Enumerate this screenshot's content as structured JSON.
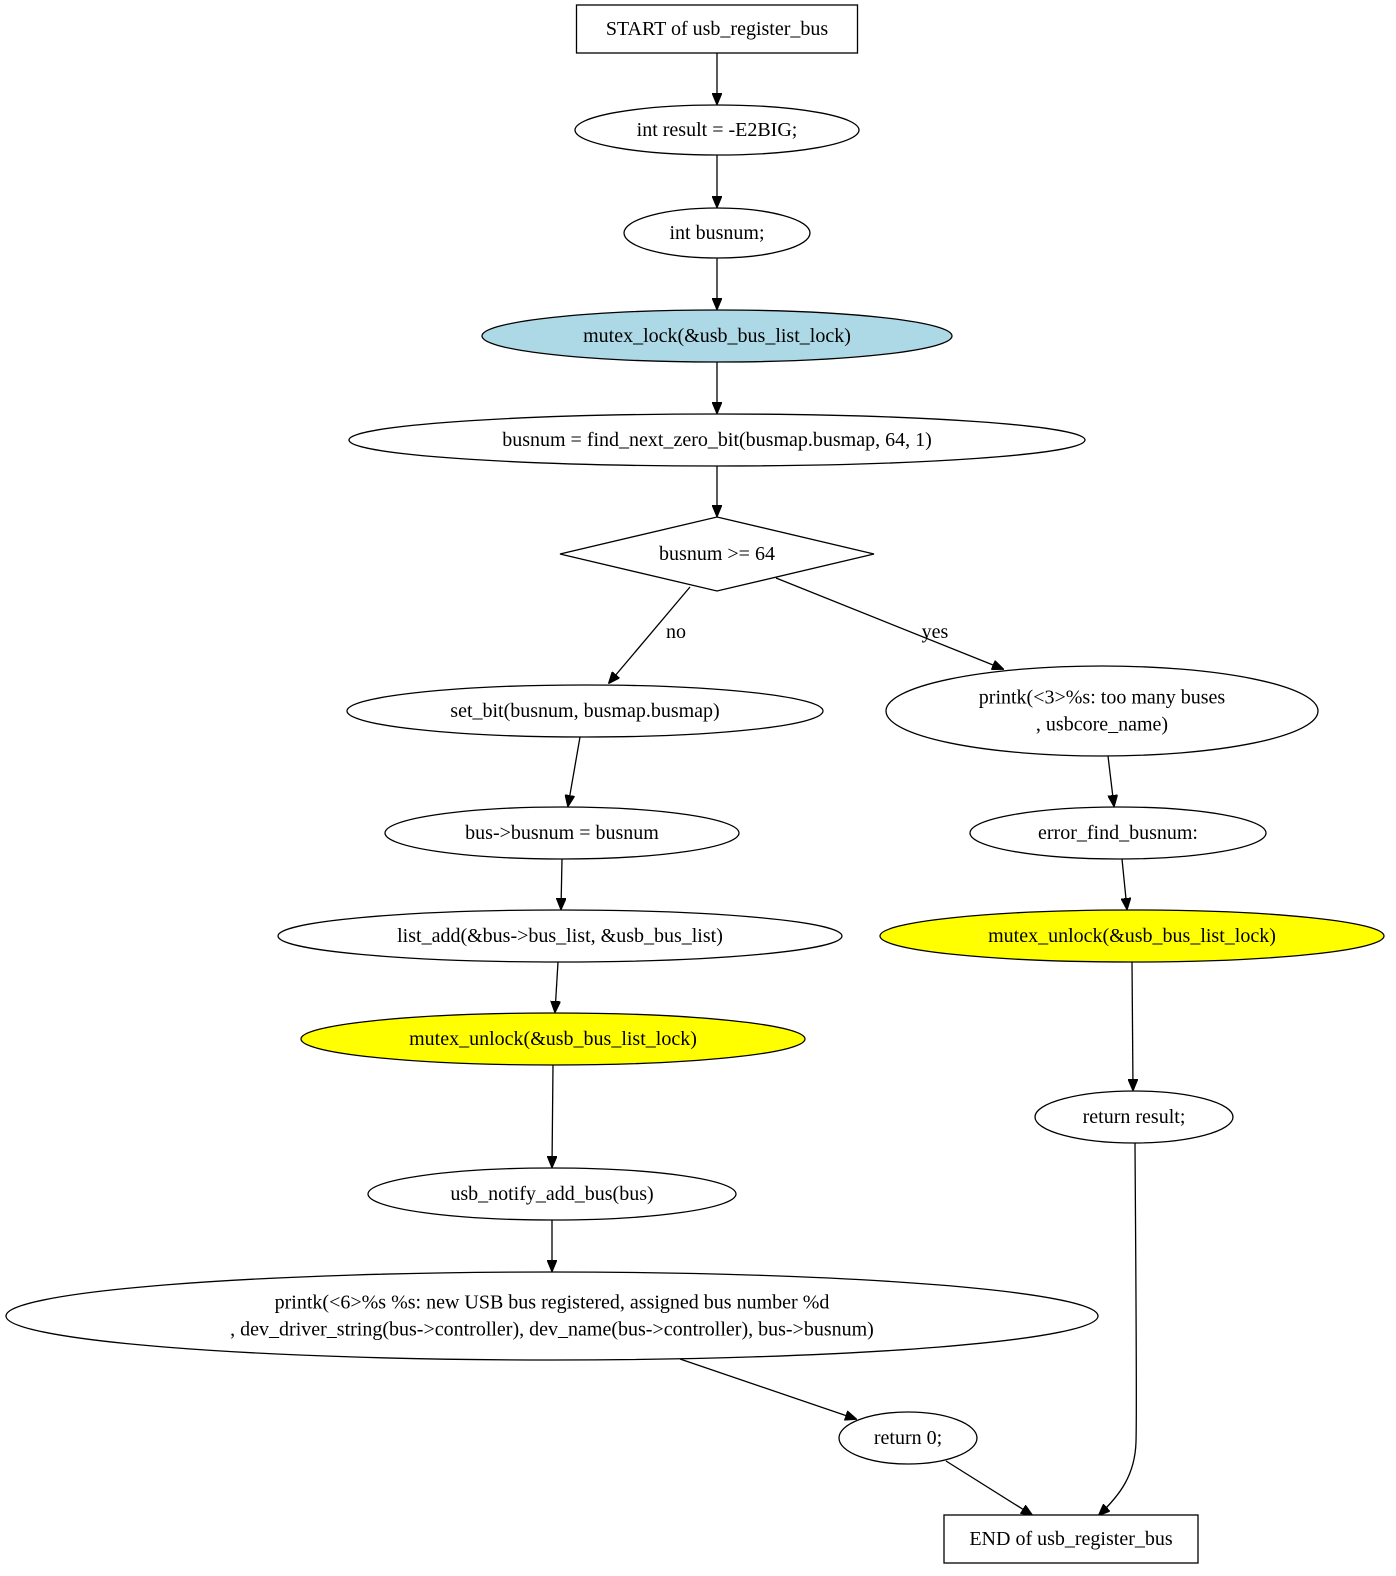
{
  "colors": {
    "background": "#ffffff",
    "default_fill": "#ffffff",
    "lock_fill": "#add8e6",
    "unlock_fill": "#ffff00",
    "stroke": "#000000"
  },
  "nodes": {
    "start": {
      "lines": [
        "START of usb_register_bus"
      ],
      "fill": "#ffffff"
    },
    "result_decl": {
      "lines": [
        "int result = -E2BIG;"
      ],
      "fill": "#ffffff"
    },
    "busnum_decl": {
      "lines": [
        "int busnum;"
      ],
      "fill": "#ffffff"
    },
    "mutex_lock": {
      "lines": [
        "mutex_lock(&usb_bus_list_lock)"
      ],
      "fill": "#add8e6"
    },
    "find_bit": {
      "lines": [
        "busnum = find_next_zero_bit(busmap.busmap, 64, 1)"
      ],
      "fill": "#ffffff"
    },
    "condition": {
      "lines": [
        "busnum >= 64"
      ],
      "fill": "#ffffff"
    },
    "set_bit": {
      "lines": [
        "set_bit(busnum, busmap.busmap)"
      ],
      "fill": "#ffffff"
    },
    "assign_busnum": {
      "lines": [
        "bus->busnum = busnum"
      ],
      "fill": "#ffffff"
    },
    "list_add": {
      "lines": [
        "list_add(&bus->bus_list, &usb_bus_list)"
      ],
      "fill": "#ffffff"
    },
    "unlock_no": {
      "lines": [
        "mutex_unlock(&usb_bus_list_lock)"
      ],
      "fill": "#ffff00"
    },
    "notify": {
      "lines": [
        "usb_notify_add_bus(bus)"
      ],
      "fill": "#ffffff"
    },
    "printk_info": {
      "lines": [
        "printk(<6>%s %s: new USB bus registered, assigned bus number %d",
        ", dev_driver_string(bus->controller), dev_name(bus->controller), bus->busnum)"
      ],
      "fill": "#ffffff"
    },
    "return_zero": {
      "lines": [
        "return 0;"
      ],
      "fill": "#ffffff"
    },
    "printk_err": {
      "lines": [
        "printk(<3>%s: too many buses",
        ", usbcore_name)"
      ],
      "fill": "#ffffff"
    },
    "error_label": {
      "lines": [
        "error_find_busnum:"
      ],
      "fill": "#ffffff"
    },
    "unlock_yes": {
      "lines": [
        "mutex_unlock(&usb_bus_list_lock)"
      ],
      "fill": "#ffff00"
    },
    "return_result": {
      "lines": [
        "return result;"
      ],
      "fill": "#ffffff"
    },
    "end": {
      "lines": [
        "END of usb_register_bus"
      ],
      "fill": "#ffffff"
    }
  },
  "edges": [
    {
      "from": "start",
      "to": "result_decl",
      "label": ""
    },
    {
      "from": "result_decl",
      "to": "busnum_decl",
      "label": ""
    },
    {
      "from": "busnum_decl",
      "to": "mutex_lock",
      "label": ""
    },
    {
      "from": "mutex_lock",
      "to": "find_bit",
      "label": ""
    },
    {
      "from": "find_bit",
      "to": "condition",
      "label": ""
    },
    {
      "from": "condition",
      "to": "set_bit",
      "label": "no"
    },
    {
      "from": "condition",
      "to": "printk_err",
      "label": "yes"
    },
    {
      "from": "set_bit",
      "to": "assign_busnum",
      "label": ""
    },
    {
      "from": "assign_busnum",
      "to": "list_add",
      "label": ""
    },
    {
      "from": "list_add",
      "to": "unlock_no",
      "label": ""
    },
    {
      "from": "unlock_no",
      "to": "notify",
      "label": ""
    },
    {
      "from": "notify",
      "to": "printk_info",
      "label": ""
    },
    {
      "from": "printk_info",
      "to": "return_zero",
      "label": ""
    },
    {
      "from": "return_zero",
      "to": "end",
      "label": ""
    },
    {
      "from": "printk_err",
      "to": "error_label",
      "label": ""
    },
    {
      "from": "error_label",
      "to": "unlock_yes",
      "label": ""
    },
    {
      "from": "unlock_yes",
      "to": "return_result",
      "label": ""
    },
    {
      "from": "return_result",
      "to": "end",
      "label": ""
    }
  ]
}
